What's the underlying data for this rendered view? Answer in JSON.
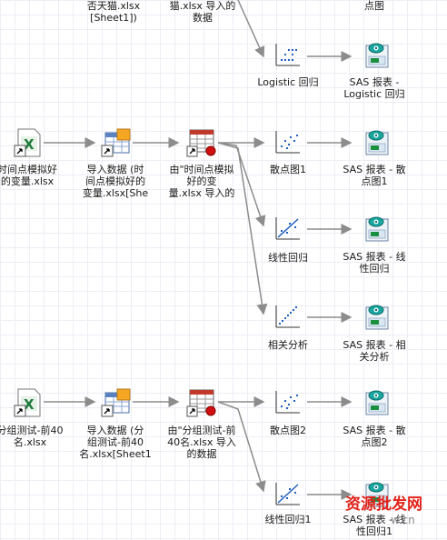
{
  "labels": {
    "r0_data": "否天猫.xlsx\n[Sheet1])",
    "r0_query": "猫.xlsx 导入的\n数据",
    "r0_report": "点图",
    "logistic": "Logistic 回归",
    "logistic_report": "SAS 报表 -\nLogistic 回归",
    "file1": "时间点模拟好\n的变量.xlsx",
    "import1": "导入数据 (时\n间点模拟好的\n变量.xlsx[She",
    "query1": "由\"时间点模拟\n好的变\n量.xlsx 导入的",
    "scatter1": "散点图1",
    "scatter1_report": "SAS 报表 - 散\n点图1",
    "linreg": "线性回归",
    "linreg_report": "SAS 报表 - 线\n性回归",
    "corr": "相关分析",
    "corr_report": "SAS 报表 - 相\n关分析",
    "file2": "分组测试-前40\n名.xlsx",
    "import2": "导入数据 (分\n组测试-前40\n名.xlsx[Sheet1",
    "query2": "由\"分组测试-前\n40名.xlsx 导入\n的数据",
    "scatter2": "散点图2",
    "scatter2_report": "SAS 报表 - 散\n点图2",
    "linreg1": "线性回归1",
    "linreg1_report": "SAS 报表 - 线\n性回归1"
  },
  "watermark": {
    "main": "资源批发网",
    "sub": "w.cn"
  },
  "colors": {
    "connector": "#8c8c8c",
    "accent_red": "#d01010",
    "excel_green": "#1e7a3a"
  }
}
